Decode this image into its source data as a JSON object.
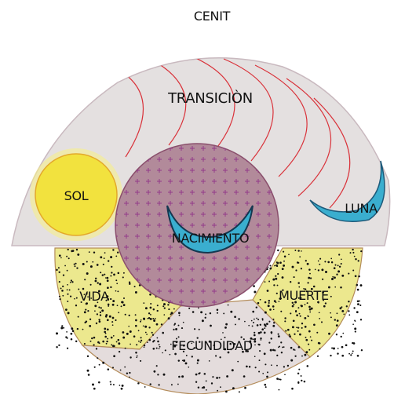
{
  "labels": {
    "top": "CENIT",
    "dome": "TRANSICIÒN",
    "sun": "SOL",
    "moon": "LUNA",
    "center": "NACIMIENTO",
    "left": "VIDA",
    "right": "MUERTE",
    "bottom": "FECUNDIDAD"
  },
  "colors": {
    "dome": "#e4e0e0",
    "dome_stroke": "#d9323a",
    "sun": "#f2e23e",
    "sun_glow": "#f7ee8a",
    "center": "#b28a9a",
    "center_mark": "#8e2c86",
    "crescent": "#3aaecf",
    "left_right": "#ece88e",
    "bottom": "#e4dcdc",
    "dots": "#111111"
  }
}
